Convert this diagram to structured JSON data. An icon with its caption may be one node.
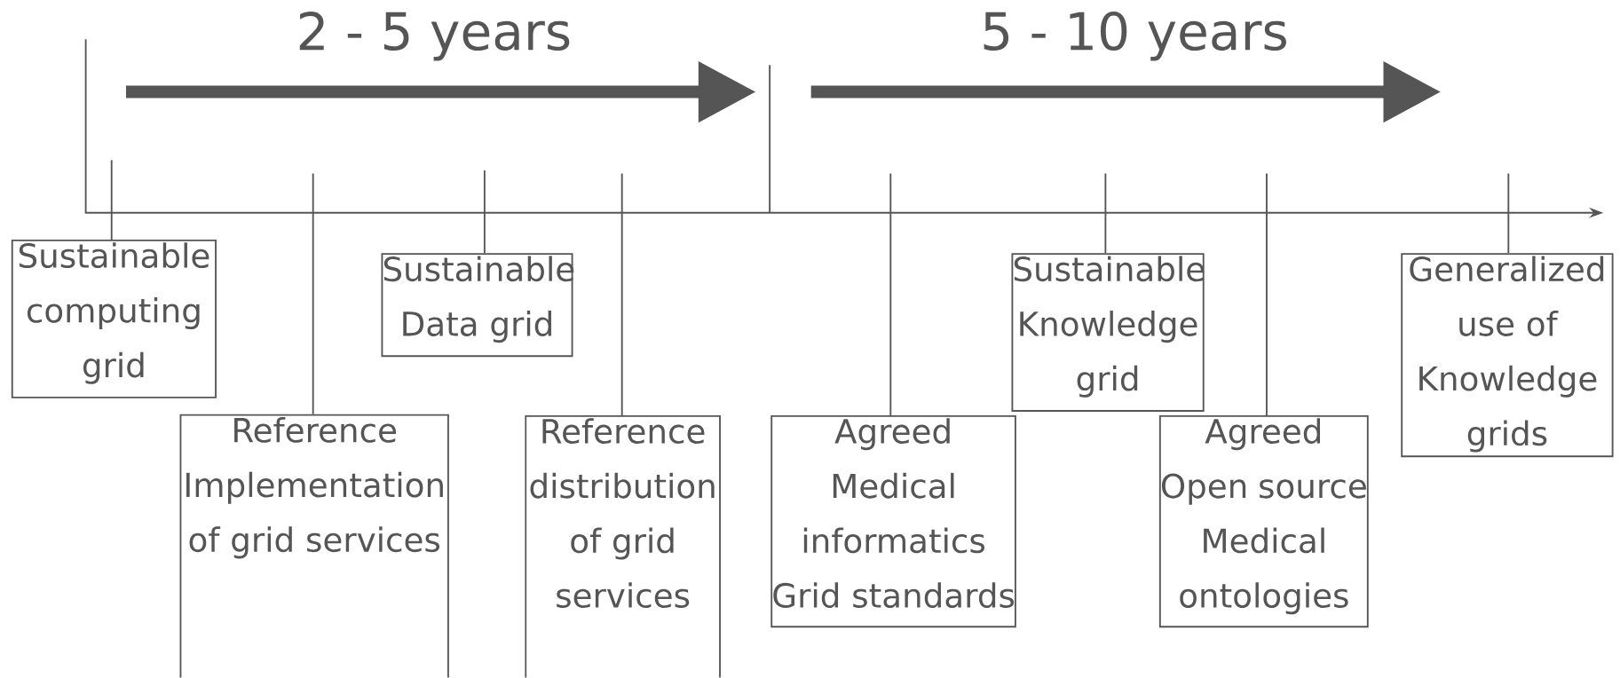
{
  "diagram": {
    "nodes": [
      {
        "text": [
          "Sustainable computing grid"
        ]
      },
      {
        "text": [
          "Reference Implementation of grid services"
        ]
      },
      {
        "text": [
          "Sustainable Data grid"
        ]
      },
      {
        "text": [
          "Reference distribution of grid services"
        ]
      },
      {
        "text": [
          "Agreed Medical informatics Grid standards"
        ]
      },
      {
        "text": [
          "Sustainable Knowledge grid"
        ]
      },
      {
        "text": [
          "Agreed Open source Medical ontologies"
        ]
      },
      {
        "text": [
          "Generalized use of Knowledge grids"
        ]
      }
    ],
    "labels": [
      "2 - 5 years",
      "5 - 10 years"
    ]
  }
}
